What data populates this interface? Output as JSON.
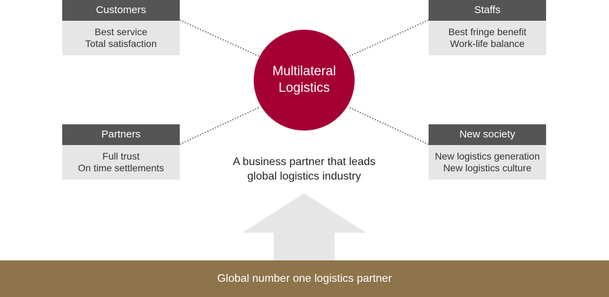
{
  "center": {
    "line1": "Multilateral",
    "line2": "Logistics"
  },
  "cards": {
    "customers": {
      "title": "Customers",
      "lines": [
        "Best service",
        "Total satisfaction"
      ]
    },
    "staffs": {
      "title": "Staffs",
      "lines": [
        "Best fringe benefit",
        "Work-life balance"
      ]
    },
    "partners": {
      "title": "Partners",
      "lines": [
        "Full trust",
        "On time settlements"
      ]
    },
    "new_society": {
      "title": "New society",
      "lines": [
        "New logistics generation",
        "New logistics culture"
      ]
    }
  },
  "tagline": {
    "line1": "A business partner that leads",
    "line2": "global logistics industry"
  },
  "foundation": "Global number one logistics partner",
  "colors": {
    "circle": "#a50034",
    "card_header": "#555555",
    "card_body": "#e6e6e6",
    "foundation_bar": "#8d744b",
    "arrow": "#e6e6e6"
  }
}
